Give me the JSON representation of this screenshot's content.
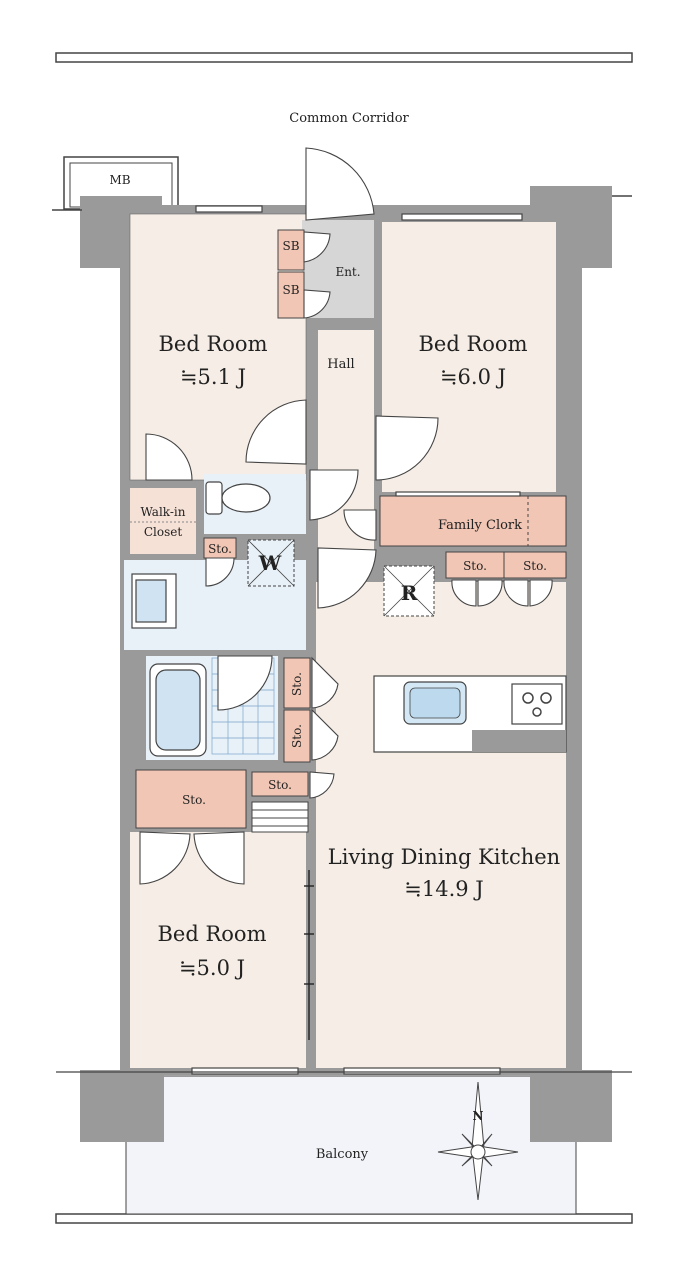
{
  "colors": {
    "wall": "#9a9a9a",
    "wall_dark": "#8c8c8c",
    "room_fill": "#f6eee6",
    "storage_fill": "#f2c6b4",
    "wet_fill": "#e8f1f8",
    "balcony_fill": "#f3f4f9",
    "outline": "#444444"
  },
  "labels": {
    "common_corridor": "Common Corridor",
    "mb": "MB",
    "ent": "Ent.",
    "sb_top": "SB",
    "sb_bottom": "SB",
    "hall": "Hall",
    "bed_room_nw": {
      "name": "Bed Room",
      "size": "≒5.1 J"
    },
    "bed_room_ne": {
      "name": "Bed Room",
      "size": "≒6.0 J"
    },
    "bed_room_sw": {
      "name": "Bed Room",
      "size": "≒5.0 J"
    },
    "walk_in_closet_line1": "Walk-in",
    "walk_in_closet_line2": "Closet",
    "family_clork": "Family Clork",
    "sto_washroom": "Sto.",
    "sto_kitchen_1": "Sto.",
    "sto_kitchen_2": "Sto.",
    "sto_vertical_1": "Sto.",
    "sto_vertical_2": "Sto.",
    "sto_hall_small": "Sto.",
    "sto_bedroom": "Sto.",
    "w": "W",
    "r": "R",
    "ldk": {
      "name": "Living Dining Kitchen",
      "size": "≒14.9 J"
    },
    "balcony": "Balcony",
    "north": "N"
  }
}
